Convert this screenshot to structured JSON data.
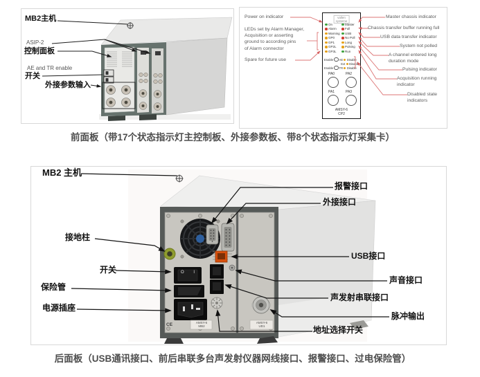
{
  "page": {
    "caption_front": "前面板（带17个状态指示灯主控制板、外接参数板、带8个状态指示灯采集卡）",
    "caption_rear": "后面板（USB通讯接口、前后串联多台声发射仪器网线接口、报警接口、过电保险管）"
  },
  "front_figure": {
    "labels": {
      "mb2": "MB2主机",
      "asip2": "ASIP-2",
      "control_panel": "控制面板",
      "ae_tr_enable": "AE and TR enable",
      "switch": "开关",
      "ext_param_input": "外接参数输入"
    }
  },
  "cp2_diagram": {
    "accent_color": "#dd6a6a",
    "left_annotations": {
      "power_on": "Power on indicator",
      "leds_line1": "LEDs set by Alarm Manager,",
      "leds_line2": "Acquisition or asserting",
      "leds_line3": "ground to according pins",
      "leds_line4": "of Alarm connector",
      "spare": "Spare for future use"
    },
    "right_annotations": {
      "master": "Master chassis indicator",
      "full": "Chassis transfer buffer running full",
      "usb": "USB data transfer indicator",
      "not_polled": "System not polled",
      "long1": "A channel entered long",
      "long2": "duration mode",
      "pulsing": "Pulsing indicator",
      "acq1": "Acquisition running",
      "acq2": "indicator",
      "disabled1": "Disabled state",
      "disabled2": "indicators"
    },
    "panel": {
      "logo_line1": "vallen",
      "logo_line2": "systeme",
      "led_rows": [
        {
          "left": "On",
          "right": "Master",
          "left_color": "#3fa23f",
          "right_color": "#3fa23f"
        },
        {
          "left": "Alarm",
          "right": "Full",
          "left_color": "#d33a2f",
          "right_color": "#d33a2f"
        },
        {
          "left": "Warning",
          "right": "USB",
          "left_color": "#e6a117",
          "right_color": "#3fa23f"
        },
        {
          "left": "GP0",
          "right": "No Poll",
          "left_color": "#e6a117",
          "right_color": "#d33a2f"
        },
        {
          "left": "GP1",
          "right": "Long",
          "left_color": "#e6a117",
          "right_color": "#e6a117"
        },
        {
          "left": "GP2L",
          "right": "Pulsing",
          "left_color": "#e6a117",
          "right_color": "#e6a117"
        },
        {
          "left": "GP3L",
          "right": "Run",
          "left_color": "#e6a117",
          "right_color": "#3fa23f"
        }
      ],
      "enable": {
        "enable_label": "Enable",
        "disable_label": "Disable",
        "ae": "AE",
        "ext": "Ext",
        "tr": "TR",
        "disable_color": "#e6a117"
      },
      "pa0": "PA0",
      "pa1": "PA1",
      "pa2": "PA2",
      "pa3": "PA3",
      "model_line1": "AMSY-6",
      "model_line2": "CP2"
    }
  },
  "rear_figure": {
    "labels": {
      "mb2": "MB2 主机",
      "ground_post": "接地柱",
      "switch": "开关",
      "fuse": "保险管",
      "power_socket": "电源插座",
      "alarm_port": "报警接口",
      "ext_port": "外接接口",
      "usb_port": "USB接口",
      "audio_port": "声音接口",
      "ae_chain_port": "声发射串联接口",
      "pulse_out": "脉冲输出",
      "addr_switch": "地址选择开关"
    },
    "photo_text": {
      "switch_marks": "O I",
      "ce_mark": "CE",
      "mb2_module_line1": "AMSY-6",
      "mb2_module_line2": "MB2",
      "ud1_module_line1": "AMSY-6",
      "ud1_module_line2": "UD1"
    }
  }
}
